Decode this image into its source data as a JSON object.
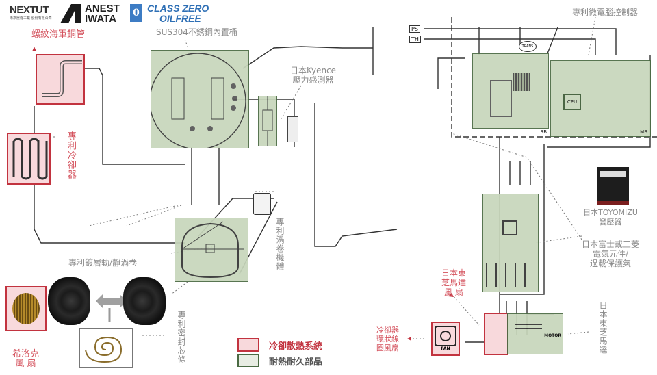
{
  "logos": {
    "nextut": {
      "name": "NEXTUT",
      "sub": "未來壓縮工業 股份有限公司"
    },
    "anest_iwata": {
      "line1": "ANEST",
      "line2": "IWATA"
    },
    "class_zero": {
      "badge": "0",
      "line1": "CLASS ZERO",
      "line2": "OILFREE"
    }
  },
  "colors": {
    "cooling_fill": "#f8d9dc",
    "cooling_border": "#c2333f",
    "durable_fill": "#c7d6bb",
    "durable_border": "#4a6a43",
    "label_red": "#d4515c",
    "label_gray": "#8a8a8a"
  },
  "labels": {
    "threaded_pipe": "螺紋海軍銅管",
    "stainless_tank": "SUS304不銹鋼內置桶",
    "pressure_sensor_line1": "日本Kyence",
    "pressure_sensor_line2": "壓力感測器",
    "patent_cooler": "專利冷卻器",
    "patent_scroll_body": "專利渦卷機體",
    "patent_coated_scroll": "專利鍍層動/靜渦卷",
    "patent_seal": "專利密封芯條",
    "sirocco_fan_line1": "希洛克",
    "sirocco_fan_line2": "風 扇",
    "microcontroller": "專利微電腦控制器",
    "transformer_line1": "日本TOYOMIZU",
    "transformer_line2": "變壓器",
    "electrical_line1": "日本富士或三菱",
    "electrical_line2": "電氣元件/",
    "electrical_line3": "過載保護氣",
    "motor_fan_line1": "日本東",
    "motor_fan_line2": "芝馬達",
    "motor_fan_line3": "風 扇",
    "motor": "日本東芝馬達",
    "cooler_fan_line1": "冷卻器",
    "cooler_fan_line2": "環狀線",
    "cooler_fan_line3": "圈風扇",
    "ps": "PS",
    "th": "TH",
    "cpu": "CPU",
    "fan": "FAN",
    "motor_tag": "MOTOR",
    "trans": "TRANS",
    "rb": "RB",
    "mb": "MB"
  },
  "legend": {
    "items": [
      {
        "label": "冷卻散熱系統",
        "kind": "cooling"
      },
      {
        "label": "耐熱耐久部品",
        "kind": "durable"
      }
    ]
  }
}
